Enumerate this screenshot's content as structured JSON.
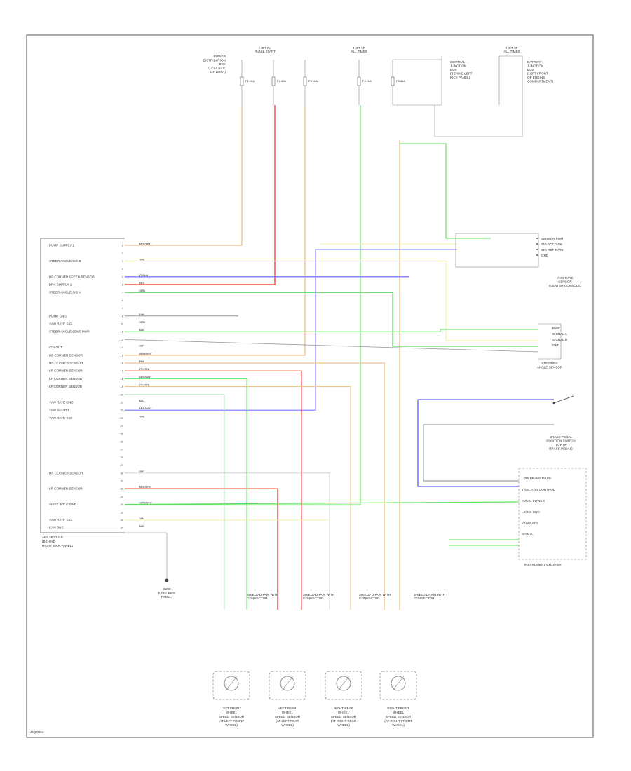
{
  "module": {
    "caption": [
      "ABS MODULE",
      "(BEHIND",
      "RIGHT KICK PANEL)"
    ],
    "pins": [
      {
        "no": "1",
        "label": "PUMP SUPPLY 1",
        "wire": "BRN/WHT",
        "color": "#e8d6a8"
      },
      {
        "no": "2",
        "label": "",
        "wire": "",
        "color": ""
      },
      {
        "no": "3",
        "label": "STEER ANGLE SIG B",
        "wire": "TAN",
        "color": "#f2f29a"
      },
      {
        "no": "4",
        "label": "",
        "wire": "",
        "color": ""
      },
      {
        "no": "5",
        "label": "RF CORNER SPEED SENSOR",
        "wire": "LT BLU",
        "color": "#7a7aff"
      },
      {
        "no": "6",
        "label": "BRK SUPPLY 1",
        "wire": "RED",
        "color": "#ff4a4a"
      },
      {
        "no": "7",
        "label": "STEER ANGLE SIG A",
        "wire": "GRN",
        "color": "#5de05d"
      },
      {
        "no": "8",
        "label": "",
        "wire": "",
        "color": ""
      },
      {
        "no": "9",
        "label": "",
        "wire": "",
        "color": ""
      },
      {
        "no": "10",
        "label": "PUMP GND",
        "wire": "BLK",
        "color": "#888888"
      },
      {
        "no": "11",
        "label": "YAW RATE SIG",
        "wire": "GRN",
        "color": "#5de05d"
      },
      {
        "no": "12",
        "label": "STEER ANGLE SENS PWR",
        "wire": "BLK",
        "color": "#888888"
      },
      {
        "no": "13",
        "label": "",
        "wire": "",
        "color": ""
      },
      {
        "no": "14",
        "label": "IGN OUT",
        "wire": "GRY",
        "color": "#bbbbbb"
      },
      {
        "no": "15",
        "label": "RF CORNER SENSOR",
        "wire": "ORN/WHT",
        "color": "#f0b070"
      },
      {
        "no": "16",
        "label": "RR CORNER SENSOR",
        "wire": "PNK",
        "color": "#f4a0a0"
      },
      {
        "no": "17",
        "label": "LR CORNER SENSOR",
        "wire": "LT GRN",
        "color": "#a0e0a0"
      },
      {
        "no": "18",
        "label": "LF CORNER SENSOR",
        "wire": "BRN/WHT",
        "color": "#d6b890"
      },
      {
        "no": "19",
        "label": "LF CORNER SENSOR",
        "wire": "LT GRN",
        "color": "#a0e0a0"
      },
      {
        "no": "20",
        "label": "",
        "wire": "",
        "color": ""
      },
      {
        "no": "21",
        "label": "YAW RATE GND",
        "wire": "BLU",
        "color": "#7a7aff"
      },
      {
        "no": "22",
        "label": "YAW SUPPLY",
        "wire": "BRN/WHT",
        "color": "#d6b890"
      },
      {
        "no": "23",
        "label": "YAW RATE SIG",
        "wire": "TAN",
        "color": "#f2f29a"
      },
      {
        "no": "24",
        "label": "",
        "wire": "",
        "color": ""
      },
      {
        "no": "25",
        "label": "",
        "wire": "",
        "color": ""
      },
      {
        "no": "26",
        "label": "",
        "wire": "",
        "color": ""
      },
      {
        "no": "27",
        "label": "",
        "wire": "",
        "color": ""
      },
      {
        "no": "28",
        "label": "",
        "wire": "",
        "color": ""
      },
      {
        "no": "29",
        "label": "",
        "wire": "",
        "color": ""
      },
      {
        "no": "30",
        "label": "RR CORNER SENSOR",
        "wire": "GRY",
        "color": "#cccccc"
      },
      {
        "no": "31",
        "label": "",
        "wire": "",
        "color": ""
      },
      {
        "no": "32",
        "label": "LR CORNER SENSOR",
        "wire": "RED/BRN",
        "color": "#ff4a4a"
      },
      {
        "no": "33",
        "label": "",
        "wire": "",
        "color": ""
      },
      {
        "no": "34",
        "label": "SHIFT INTLK GND",
        "wire": "GRN/WHT",
        "color": "#5de05d"
      },
      {
        "no": "35",
        "label": "",
        "wire": "",
        "color": ""
      },
      {
        "no": "36",
        "label": "YAW RATE SIG",
        "wire": "TAN",
        "color": "#f2f29a"
      },
      {
        "no": "37",
        "label": "CAN BUS",
        "wire": "BLK",
        "color": "#888888"
      }
    ]
  },
  "top_boxes": {
    "hot_run": [
      "HOT IN",
      "RUN & START"
    ],
    "hot_start": [
      "HOT AT",
      "ALL TIMES"
    ],
    "hot_all": [
      "HOT AT",
      "ALL TIMES"
    ],
    "relay_label": [
      "POWER",
      "DISTRIBUTION",
      "BOX",
      "(LEFT SIDE",
      "OF DASH)"
    ],
    "central_label": [
      "CENTRAL",
      "JUNCTION",
      "BOX",
      "(BEHIND LEFT",
      "KICK PANEL)"
    ],
    "battery_label": [
      "BATTERY",
      "JUNCTION",
      "BOX",
      "(LEFT FRONT",
      "OF ENGINE",
      "COMPARTMENT)"
    ],
    "fuses": [
      "F1 10A",
      "F2 40A",
      "F3 10A",
      "F4 10A",
      "F5 40A"
    ]
  },
  "yaw_sensor": {
    "label": [
      "YAW RATE",
      "SENSOR",
      "(CENTER CONSOLE)"
    ],
    "pins": [
      "SENSOR PWR",
      "SIG VOLTAGE",
      "SIG REF RATE",
      "GND"
    ]
  },
  "steer_sensor": {
    "label": [
      "STEERING",
      "ANGLE SENSOR"
    ],
    "pins": [
      "PWR",
      "SIGNAL A",
      "SIGNAL B",
      "GND"
    ]
  },
  "brake_switch": {
    "label": [
      "BRAKE PEDAL",
      "POSITION SWITCH",
      "(TOP OF",
      "BRAKE PEDAL)"
    ]
  },
  "cluster": {
    "label": "INSTRUMENT CLUSTER",
    "pins": [
      "LOW BRAKE FLUID",
      "TRACTION CONTROL",
      "LOGIC POWER",
      "LOGIC GND",
      "YAW RATE",
      "SIGNAL"
    ]
  },
  "ground": {
    "label": [
      "G203",
      "(LEFT KICK",
      "PANEL)"
    ]
  },
  "splices": [
    {
      "label": [
        "SHIELD DRAIN WITH",
        "CONNECTOR"
      ]
    },
    {
      "label": [
        "SHIELD DRAIN WITH",
        "CONNECTOR"
      ]
    },
    {
      "label": [
        "SHIELD DRAIN WITH",
        "CONNECTOR"
      ]
    },
    {
      "label": [
        "SHIELD DRAIN WITH",
        "CONNECTOR"
      ]
    }
  ],
  "wheel_sensors": [
    {
      "label": [
        "LEFT FRONT",
        "WHEEL",
        "SPEED SENSOR",
        "(AT LEFT FRONT",
        "WHEEL)"
      ]
    },
    {
      "label": [
        "LEFT REAR",
        "WHEEL",
        "SPEED SENSOR",
        "(AT LEFT REAR",
        "WHEEL)"
      ]
    },
    {
      "label": [
        "RIGHT REAR",
        "WHEEL",
        "SPEED SENSOR",
        "(AT RIGHT REAR",
        "WHEEL)"
      ]
    },
    {
      "label": [
        "RIGHT FRONT",
        "WHEEL",
        "SPEED SENSOR",
        "(AT RIGHT FRONT",
        "WHEEL)"
      ]
    }
  ],
  "footer_code": "J4Q0R63",
  "colors": {
    "tan": "#f2f29a",
    "red": "#ff4a4a",
    "blue": "#7a7aff",
    "green": "#5de05d",
    "orange": "#f0b070",
    "frame": "#444444"
  }
}
